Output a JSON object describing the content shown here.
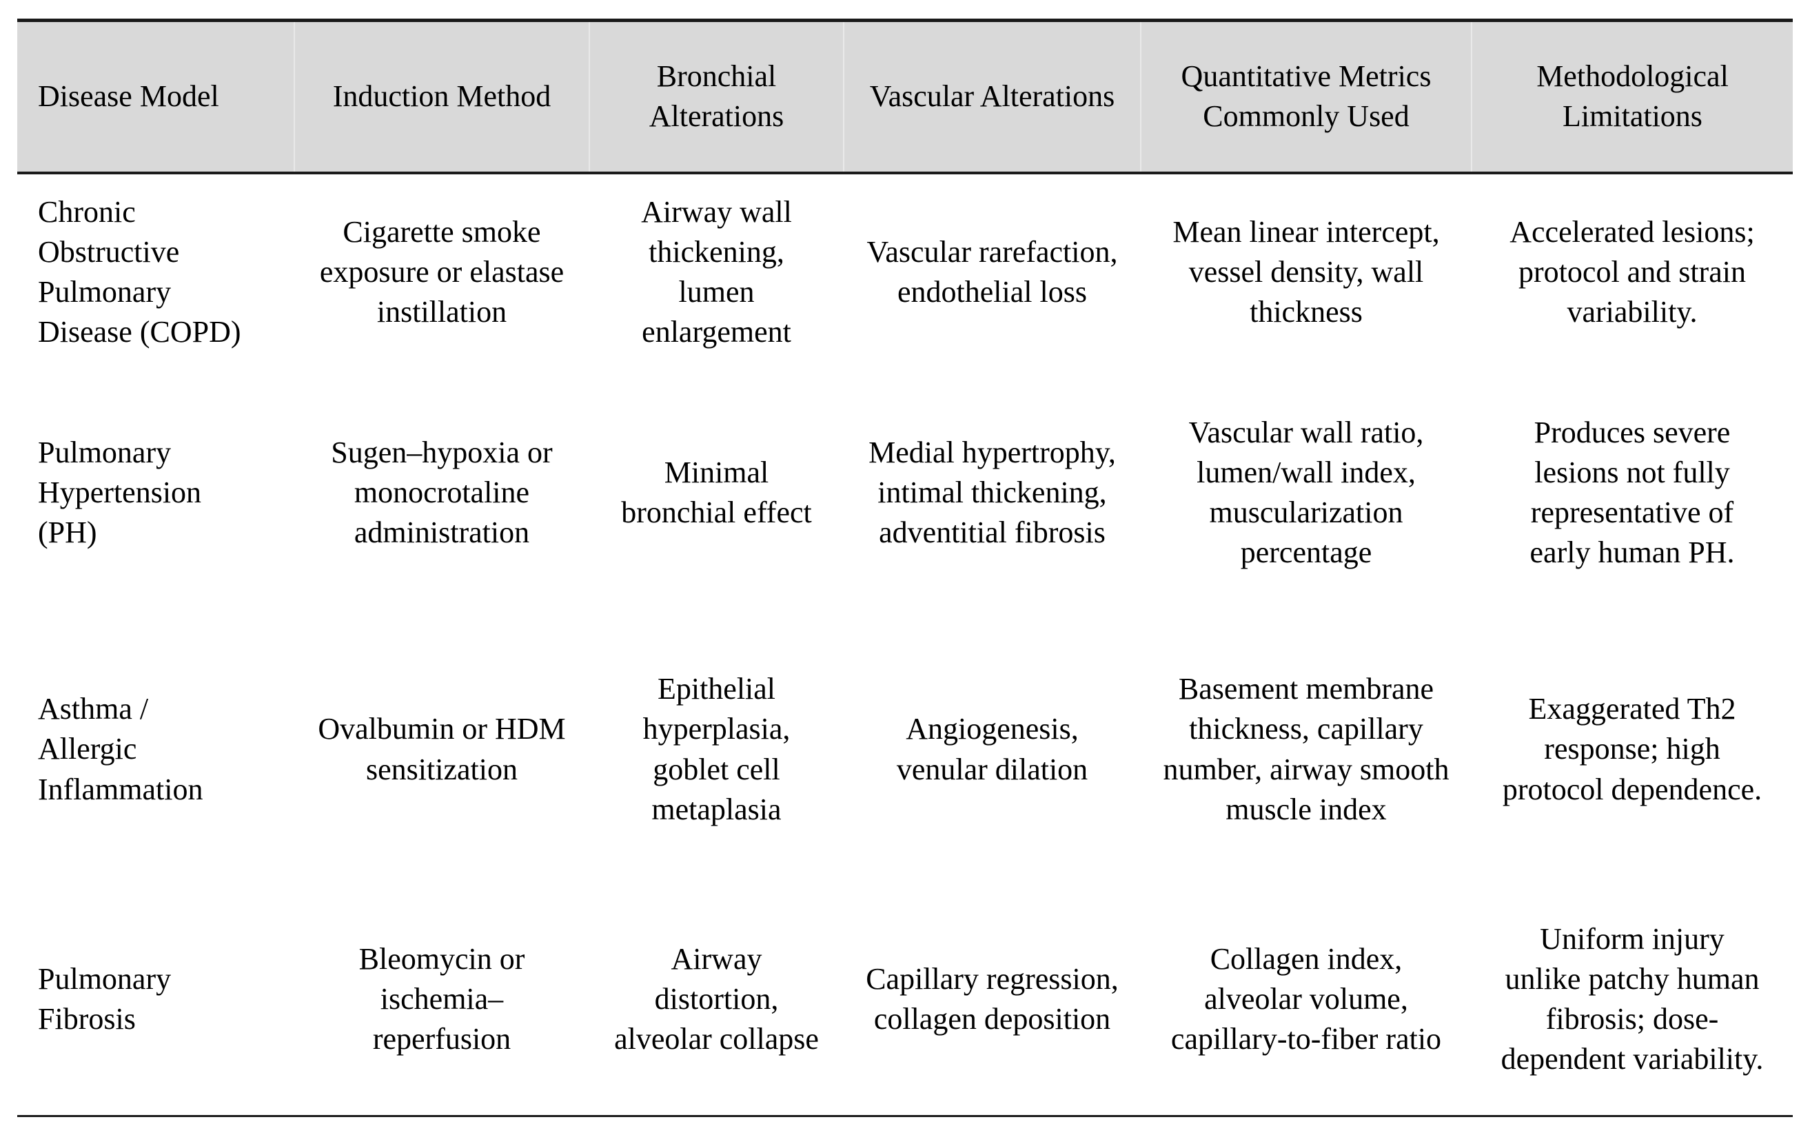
{
  "table": {
    "columns": [
      "Disease Model",
      "Induction Method",
      "Bronchial Alterations",
      "Vascular Alterations",
      "Quantitative Metrics Commonly Used",
      "Methodological Limitations"
    ],
    "rows": [
      {
        "cells": [
          "Chronic Obstructive Pulmonary Disease (COPD)",
          "Cigarette smoke exposure or elastase instillation",
          "Airway wall thickening, lumen enlargement",
          "Vascular rarefaction, endothelial loss",
          "Mean linear intercept, vessel density, wall thickness",
          "Accelerated lesions; protocol and strain variability."
        ]
      },
      {
        "cells": [
          "Pulmonary Hypertension (PH)",
          "Sugen–hypoxia or monocrotaline administration",
          "Minimal bronchial effect",
          "Medial hypertrophy, intimal thickening, adventitial fibrosis",
          "Vascular wall ratio, lumen/wall index, muscularization percentage",
          "Produces severe lesions not fully representative of early human PH."
        ]
      },
      {
        "cells": [
          "Asthma / Allergic Inflammation",
          "Ovalbumin or HDM sensitization",
          "Epithelial hyperplasia, goblet cell metaplasia",
          "Angiogenesis, venular dilation",
          "Basement membrane thickness, capillary number, airway smooth muscle index",
          "Exaggerated Th2 response; high protocol dependence."
        ]
      },
      {
        "cells": [
          "Pulmonary Fibrosis",
          "Bleomycin or ischemia–reperfusion",
          "Airway distortion, alveolar collapse",
          "Capillary regression, collagen deposition",
          "Collagen index, alveolar volume, capillary-to-fiber ratio",
          "Uniform injury unlike patchy human fibrosis; dose-dependent variability."
        ]
      }
    ],
    "colors": {
      "header_bg": "#d9d9d9",
      "rule": "#1a1a1a",
      "text": "#000000"
    }
  }
}
